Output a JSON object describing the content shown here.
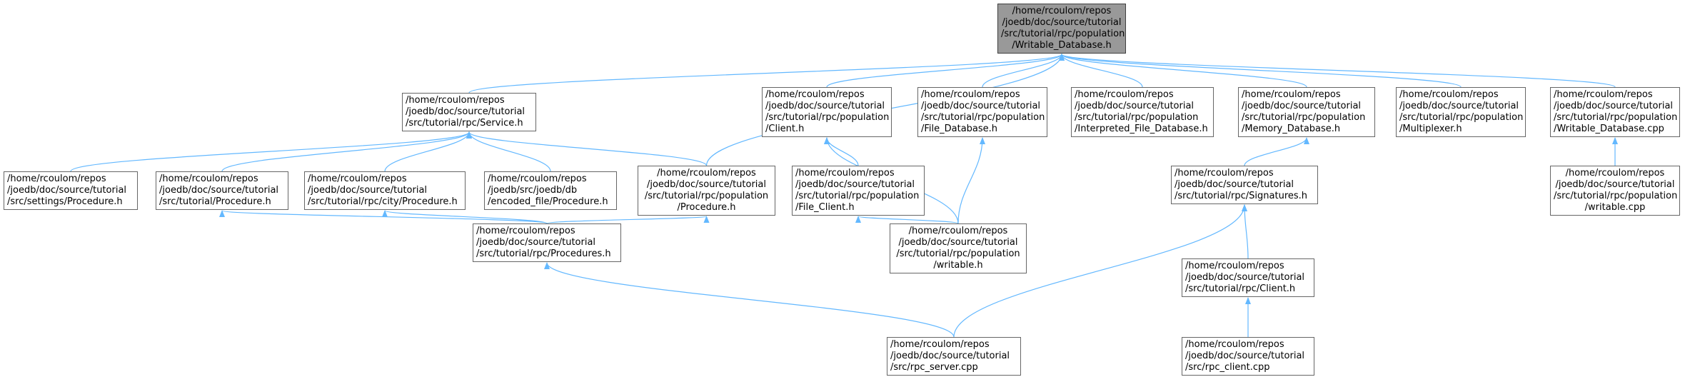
{
  "colors": {
    "edge": "#63b8ff",
    "node_border": "#666666",
    "root_fill": "#999999",
    "node_fill": "#ffffff"
  },
  "nodes": [
    {
      "id": "root",
      "lines": [
        "/home/rcoulom/repos",
        "/joedb/doc/source/tutorial",
        "/src/tutorial/rpc/population",
        "/Writable_Database.h"
      ]
    },
    {
      "id": "service",
      "lines": [
        "/home/rcoulom/repos",
        "/joedb/doc/source/tutorial",
        "/src/tutorial/rpc/Service.h"
      ]
    },
    {
      "id": "client_pop",
      "lines": [
        "/home/rcoulom/repos",
        "/joedb/doc/source/tutorial",
        "/src/tutorial/rpc/population",
        "/Client.h"
      ]
    },
    {
      "id": "file_db",
      "lines": [
        "/home/rcoulom/repos",
        "/joedb/doc/source/tutorial",
        "/src/tutorial/rpc/population",
        "/File_Database.h"
      ]
    },
    {
      "id": "interp_db",
      "lines": [
        "/home/rcoulom/repos",
        "/joedb/doc/source/tutorial",
        "/src/tutorial/rpc/population",
        "/Interpreted_File_Database.h"
      ]
    },
    {
      "id": "memory_db",
      "lines": [
        "/home/rcoulom/repos",
        "/joedb/doc/source/tutorial",
        "/src/tutorial/rpc/population",
        "/Memory_Database.h"
      ]
    },
    {
      "id": "multiplexer",
      "lines": [
        "/home/rcoulom/repos",
        "/joedb/doc/source/tutorial",
        "/src/tutorial/rpc/population",
        "/Multiplexer.h"
      ]
    },
    {
      "id": "writable_db_cpp",
      "lines": [
        "/home/rcoulom/repos",
        "/joedb/doc/source/tutorial",
        "/src/tutorial/rpc/population",
        "/Writable_Database.cpp"
      ]
    },
    {
      "id": "settings_proc",
      "lines": [
        "/home/rcoulom/repos",
        "/joedb/doc/source/tutorial",
        "/src/settings/Procedure.h"
      ]
    },
    {
      "id": "tutorial_proc",
      "lines": [
        "/home/rcoulom/repos",
        "/joedb/doc/source/tutorial",
        "/src/tutorial/Procedure.h"
      ]
    },
    {
      "id": "city_proc",
      "lines": [
        "/home/rcoulom/repos",
        "/joedb/doc/source/tutorial",
        "/src/tutorial/rpc/city/Procedure.h"
      ]
    },
    {
      "id": "encoded_proc",
      "lines": [
        "/home/rcoulom/repos",
        "/joedb/src/joedb/db",
        "/encoded_file/Procedure.h"
      ]
    },
    {
      "id": "pop_proc",
      "lines": [
        "/home/rcoulom/repos",
        "/joedb/doc/source/tutorial",
        "/src/tutorial/rpc/population",
        "/Procedure.h"
      ]
    },
    {
      "id": "file_client",
      "lines": [
        "/home/rcoulom/repos",
        "/joedb/doc/source/tutorial",
        "/src/tutorial/rpc/population",
        "/File_Client.h"
      ]
    },
    {
      "id": "signatures",
      "lines": [
        "/home/rcoulom/repos",
        "/joedb/doc/source/tutorial",
        "/src/tutorial/rpc/Signatures.h"
      ]
    },
    {
      "id": "writable_cpp",
      "lines": [
        "/home/rcoulom/repos",
        "/joedb/doc/source/tutorial",
        "/src/tutorial/rpc/population",
        "/writable.cpp"
      ]
    },
    {
      "id": "procedures",
      "lines": [
        "/home/rcoulom/repos",
        "/joedb/doc/source/tutorial",
        "/src/tutorial/rpc/Procedures.h"
      ]
    },
    {
      "id": "writable_h",
      "lines": [
        "/home/rcoulom/repos",
        "/joedb/doc/source/tutorial",
        "/src/tutorial/rpc/population",
        "/writable.h"
      ]
    },
    {
      "id": "rpc_client_h",
      "lines": [
        "/home/rcoulom/repos",
        "/joedb/doc/source/tutorial",
        "/src/tutorial/rpc/Client.h"
      ]
    },
    {
      "id": "rpc_server",
      "lines": [
        "/home/rcoulom/repos",
        "/joedb/doc/source/tutorial",
        "/src/rpc_server.cpp"
      ]
    },
    {
      "id": "rpc_client_cpp",
      "lines": [
        "/home/rcoulom/repos",
        "/joedb/doc/source/tutorial",
        "/src/rpc_client.cpp"
      ]
    }
  ],
  "edges": [
    [
      "service",
      "root"
    ],
    [
      "client_pop",
      "root"
    ],
    [
      "file_db",
      "root"
    ],
    [
      "interp_db",
      "root"
    ],
    [
      "memory_db",
      "root"
    ],
    [
      "multiplexer",
      "root"
    ],
    [
      "writable_db_cpp",
      "root"
    ],
    [
      "pop_proc",
      "root"
    ],
    [
      "settings_proc",
      "service"
    ],
    [
      "tutorial_proc",
      "service"
    ],
    [
      "city_proc",
      "service"
    ],
    [
      "encoded_proc",
      "service"
    ],
    [
      "pop_proc",
      "service"
    ],
    [
      "file_client",
      "client_pop"
    ],
    [
      "writable_h",
      "client_pop"
    ],
    [
      "writable_h",
      "file_db"
    ],
    [
      "writable_h",
      "file_client"
    ],
    [
      "signatures",
      "memory_db"
    ],
    [
      "writable_cpp",
      "writable_db_cpp"
    ],
    [
      "procedures",
      "tutorial_proc"
    ],
    [
      "procedures",
      "city_proc"
    ],
    [
      "procedures",
      "pop_proc"
    ],
    [
      "rpc_server",
      "procedures"
    ],
    [
      "rpc_server",
      "signatures"
    ],
    [
      "rpc_client_h",
      "signatures"
    ],
    [
      "rpc_client_cpp",
      "rpc_client_h"
    ]
  ]
}
